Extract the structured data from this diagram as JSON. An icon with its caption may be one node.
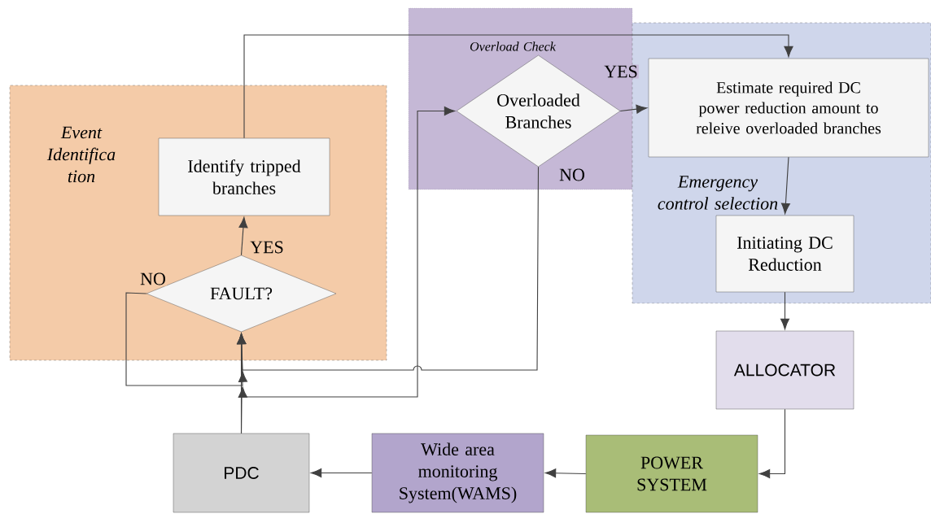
{
  "diagram": {
    "nodes": [
      {
        "text": [
          "Event Identifica tion"
        ]
      },
      {
        "text": [
          "Identify tripped branches"
        ],
        "in": 0
      },
      {
        "text": [
          "FAULT?"
        ],
        "in": 0
      },
      {
        "text": [
          "Overload Check"
        ]
      },
      {
        "text": [
          "Overloaded Branches"
        ],
        "in": 3
      },
      {
        "text": [
          "Emergency control selection"
        ]
      },
      {
        "text": [
          "Estimate required DC power reduction amount to releive overloaded branches"
        ],
        "in": 5
      },
      {
        "text": [
          "Initiating DC Reduction"
        ],
        "in": 5
      },
      {
        "text": [
          "ALLOCATOR"
        ]
      },
      {
        "text": [
          "POWER SYSTEM"
        ]
      },
      {
        "text": [
          "Wide area monitoring System(WAMS)"
        ]
      },
      {
        "text": [
          "PDC"
        ]
      }
    ],
    "edges": [
      {
        "from": 2,
        "to": 1,
        "arrow": "to",
        "label": "YES"
      },
      {
        "from": 1,
        "to": 6,
        "arrow": "to"
      },
      {
        "from": 4,
        "to": 6,
        "arrow": "to",
        "label": "YES"
      },
      {
        "from": 4,
        "to": 2,
        "arrow": "to",
        "label": "NO"
      },
      {
        "from": 2,
        "to": 2,
        "arrow": "to",
        "label": "NO"
      },
      {
        "from": 11,
        "to": 2,
        "arrow": "to"
      },
      {
        "from": 11,
        "to": 4,
        "arrow": "to"
      },
      {
        "from": 6,
        "to": 7,
        "arrow": "to"
      },
      {
        "from": 7,
        "to": 8,
        "arrow": "to"
      },
      {
        "from": 8,
        "to": 9,
        "arrow": "to"
      },
      {
        "from": 9,
        "to": 10,
        "arrow": "to"
      },
      {
        "from": 10,
        "to": 11,
        "arrow": "to"
      }
    ]
  }
}
